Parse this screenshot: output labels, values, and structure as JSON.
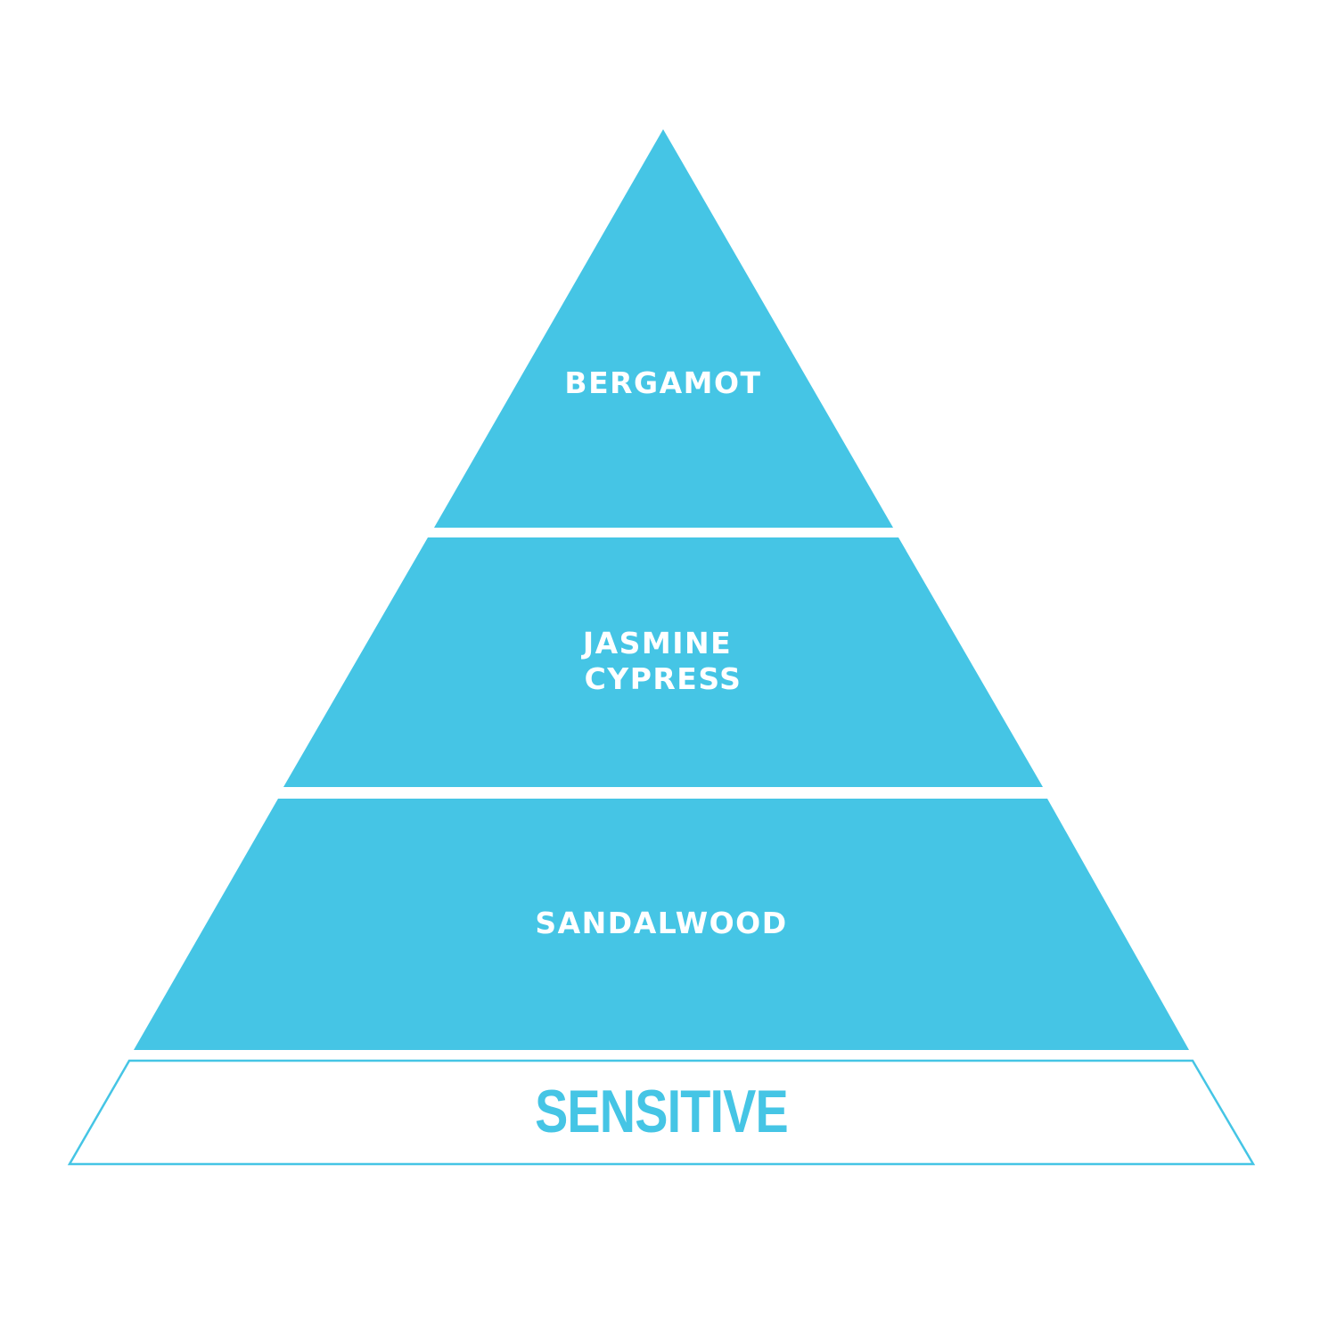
{
  "colors": {
    "tier_fill": "#45c5e5",
    "tier_text": "#ffffff",
    "base_stroke": "#45c5e5",
    "base_text": "#45c5e5",
    "background": "#ffffff"
  },
  "pyramid": {
    "tiers": [
      {
        "lines": [
          "BERGAMOT"
        ]
      },
      {
        "lines": [
          "JASMINE",
          "CYPRESS"
        ]
      },
      {
        "lines": [
          "SANDALWOOD"
        ]
      }
    ],
    "base": {
      "label": "SENSITIVE"
    }
  }
}
